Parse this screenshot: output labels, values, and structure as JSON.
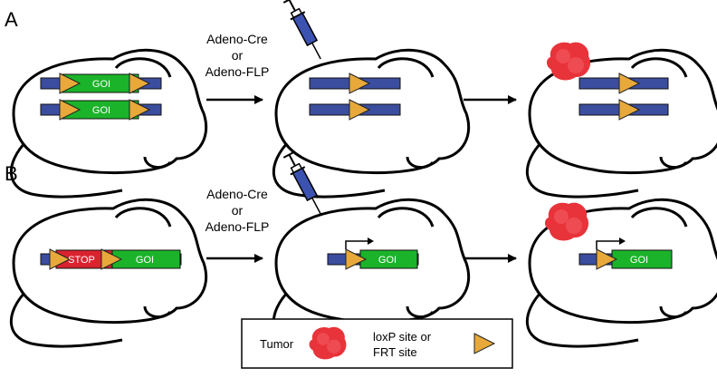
{
  "panels": [
    {
      "letter": "A",
      "step_label": [
        "Adeno-Cre",
        "or",
        "Adeno-FLP"
      ],
      "construct_before": [
        "GOI",
        "GOI"
      ],
      "construct_after": []
    },
    {
      "letter": "B",
      "step_label": [
        "Adeno-Cre",
        "or",
        "Adeno-FLP"
      ],
      "construct_before": [
        "STOP",
        "GOI"
      ],
      "construct_after": [
        "GOI"
      ]
    }
  ],
  "legend": {
    "tumor_label": "Tumor",
    "site_label": [
      "loxP site or",
      "FRT site"
    ]
  },
  "colors": {
    "dna": "#3b4d9e",
    "goi": "#1bb32a",
    "stop": "#d9232e",
    "site": "#e8a93a",
    "tumor": "#e8333a",
    "syringe": "#3b52b0"
  }
}
